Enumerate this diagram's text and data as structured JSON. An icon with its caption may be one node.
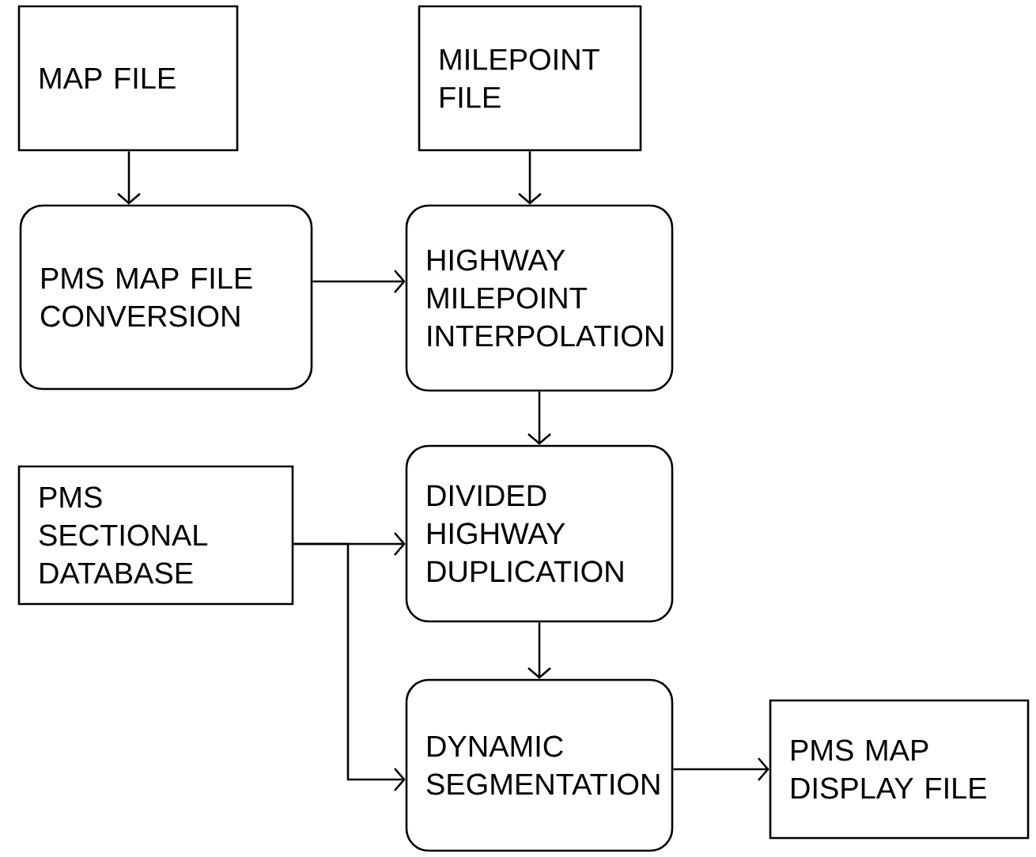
{
  "diagram": {
    "nodes": [
      {
        "text": [
          "MAP FILE"
        ]
      },
      {
        "text": [
          "PMS MAP FILE CONVERSION"
        ]
      },
      {
        "text": [
          "MILEPOINT FILE"
        ]
      },
      {
        "text": [
          "HIGHWAY MILEPOINT INTERPOLATION"
        ]
      },
      {
        "text": [
          "PMS SECTIONAL DATABASE"
        ]
      },
      {
        "text": [
          "DIVIDED HIGHWAY DUPLICATION"
        ]
      },
      {
        "text": [
          "DYNAMIC SEGMENTATION"
        ]
      },
      {
        "text": [
          "PMS MAP DISPLAY FILE"
        ]
      }
    ],
    "edges": [
      {
        "from": 0,
        "to": 1,
        "arrow": "to"
      },
      {
        "from": 2,
        "to": 3,
        "arrow": "to"
      },
      {
        "from": 1,
        "to": 3,
        "arrow": "to"
      },
      {
        "from": 3,
        "to": 5,
        "arrow": "to"
      },
      {
        "from": 4,
        "to": 5,
        "arrow": "to"
      },
      {
        "from": 4,
        "to": 6,
        "arrow": "to"
      },
      {
        "from": 5,
        "to": 6,
        "arrow": "to"
      },
      {
        "from": 6,
        "to": 7,
        "arrow": "to"
      }
    ]
  }
}
